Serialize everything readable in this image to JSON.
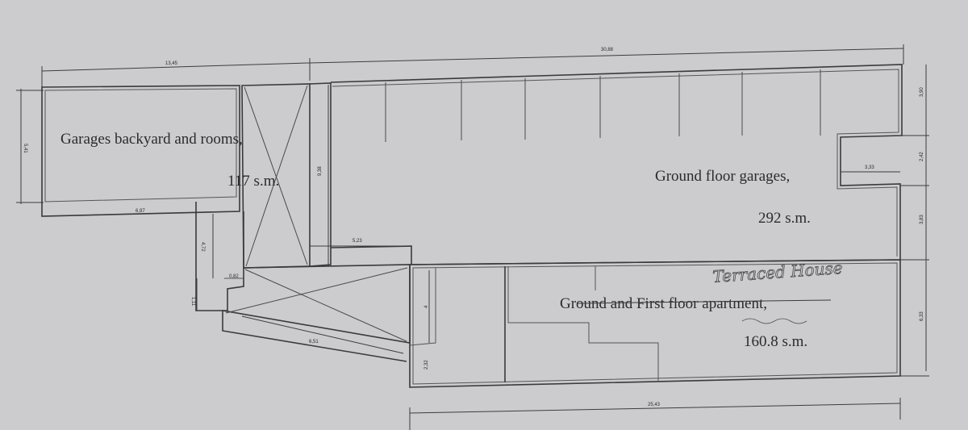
{
  "rooms": {
    "backyard": {
      "name": "Garages backyard and rooms,",
      "area": "117 s.m."
    },
    "garages": {
      "name": "Ground floor garages,",
      "area": "292 s.m."
    },
    "apartment": {
      "name": "Ground and First floor apartment,",
      "area": "160.8 s.m."
    }
  },
  "annotation": {
    "handwritten": "Terraced House"
  },
  "dimensions": {
    "top_left": "13,45",
    "top_right": "30,88",
    "left_height": "5,41",
    "backyard_bottom": "6,97",
    "passage_height": "9,38",
    "step_width": "5,23",
    "right_notch_width": "3,33",
    "right_1": "3,90",
    "right_2": "2,42",
    "right_3": "3,83",
    "right_4": "6,33",
    "lower_left_height": "4,72",
    "small_1": "0,82",
    "small_2": "1,11",
    "ramp": "6,51",
    "apt_inner_height": "4",
    "apt_small_height": "2,32",
    "bottom": "25,43"
  },
  "colors": {
    "paper": "#c9c9cb",
    "ink": "#3a3a3d"
  }
}
